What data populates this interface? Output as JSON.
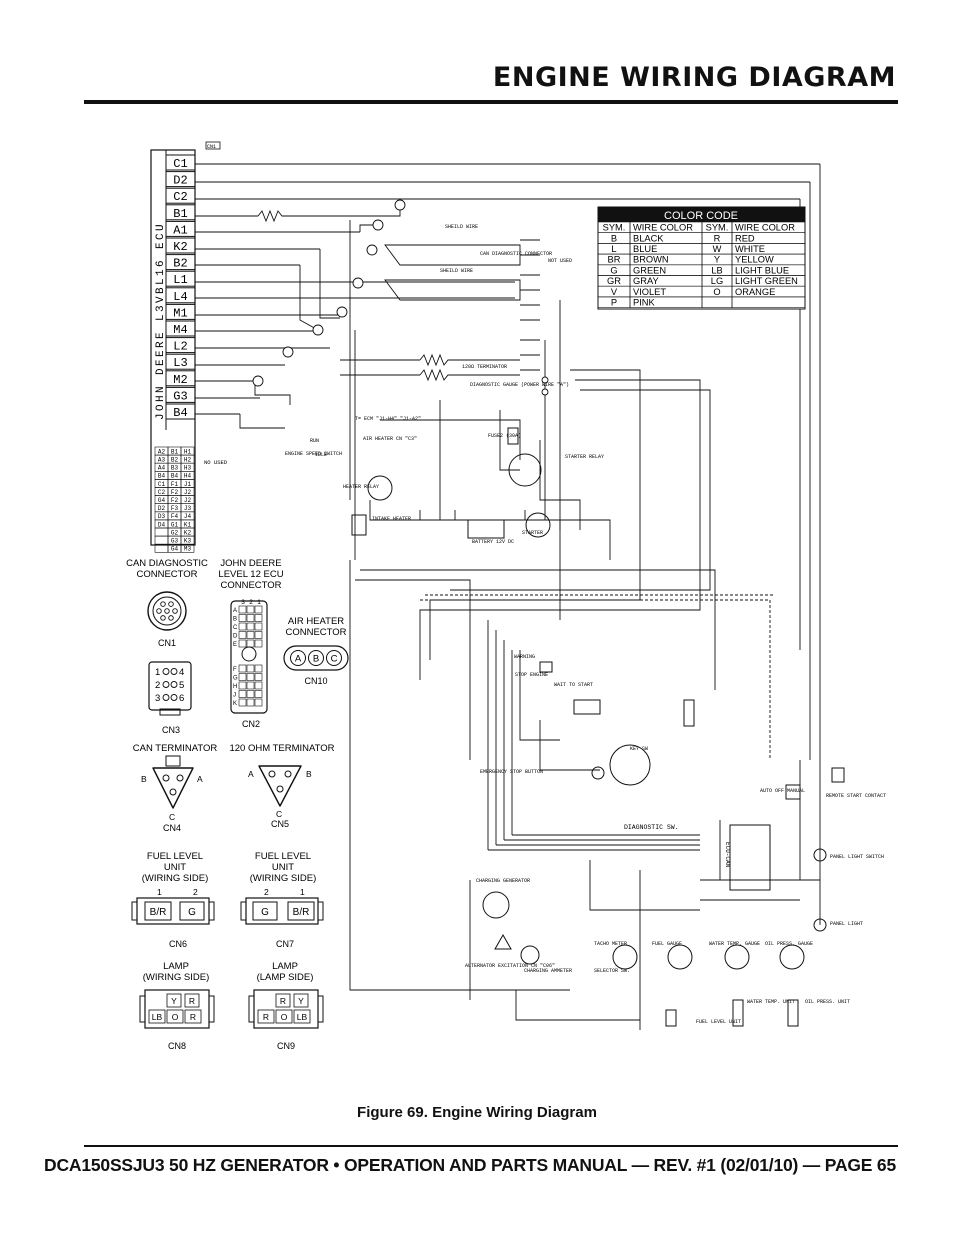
{
  "page": {
    "title": "ENGINE WIRING DIAGRAM",
    "caption": "Figure 69. Engine Wiring Diagram",
    "footer": "DCA150SSJU3 50 HZ GENERATOR • OPERATION AND PARTS MANUAL — REV. #1 (02/01/10) — PAGE 65"
  },
  "ecu": {
    "vertical_label": "JOHN DEERE L3VBL16 ECU",
    "pins": [
      "C1",
      "D2",
      "C2",
      "B1",
      "A1",
      "K2",
      "B2",
      "L1",
      "L4",
      "M1",
      "M4",
      "L2",
      "L3",
      "M2",
      "G3",
      "B4"
    ],
    "grid": [
      [
        "A2",
        "B1",
        "H1"
      ],
      [
        "A3",
        "B2",
        "H2"
      ],
      [
        "A4",
        "B3",
        "H3"
      ],
      [
        "B4",
        "B4",
        "H4"
      ],
      [
        "C1",
        "F1",
        "J1"
      ],
      [
        "C2",
        "F2",
        "J2"
      ],
      [
        "G4",
        "F2",
        "J2"
      ],
      [
        "D2",
        "F3",
        "J3"
      ],
      [
        "D3",
        "F4",
        "J4"
      ],
      [
        "D4",
        "G1",
        "K1"
      ],
      [
        "",
        "G2",
        "K2"
      ],
      [
        "",
        "G3",
        "K3"
      ],
      [
        "",
        "G4",
        "M3"
      ]
    ],
    "not_used": "NO USED"
  },
  "wire_labels": {
    "top_tag": "CN1",
    "shield_wire": "SHEILD WIRE",
    "can_diag": "CAN DIAGNOSTIC CONNECTOR",
    "not_used": "NOT USED",
    "terminator": "120Ω TERMINATOR",
    "diag_gauge": "DIAGNOSTIC GAUGE (POWER WIRE \"A\")",
    "ecm": "T= ECM \"J1-H4\" \"J1-A2\"",
    "air_heater": "AIR HEATER CN \"C3\"",
    "fuse": "FUSE2 (30A)",
    "starter_relay": "STARTER RELAY",
    "heater_relay": "HEATER RELAY",
    "intake_heater": "INTAKE HEATER",
    "battery": "BATTERY 12V DC",
    "starter": "STARTER",
    "engine_speed": "ENGINE SPEED SWITCH",
    "idle": "IDLE",
    "run": "RUN",
    "warning": "WARNING",
    "stop_engine": "STOP ENGINE",
    "wait_to_start": "WAIT TO START",
    "emergency_stop": "EMERGENCY STOP BUTTON",
    "key_switch": "KEY SW",
    "diagnostic_sw": "DIAGNOSTIC SW.",
    "auto_off_manual": "AUTO OFF MANUAL",
    "remote_start": "REMOTE START CONTACT",
    "panel_light_switch": "PANEL LIGHT SWITCH",
    "panel_light": "PANEL LIGHT",
    "ecu_can": "ECU-CAN",
    "charging_generator": "CHARGING GENERATOR",
    "alternator_excitation": "ALTERNATOR EXCITATION CN \"C06\"",
    "charging_ammeter": "CHARGING AMMETER",
    "tacho_meter": "TACHO METER",
    "fuel_gauge": "FUEL GAUGE",
    "water_temp_gauge": "WATER TEMP. GAUGE",
    "oil_press_gauge": "OIL PRESS. GAUGE",
    "selector_sw": "SELECTOR SW.",
    "fuel_level_unit": "FUEL LEVEL UNIT",
    "water_temp_unit": "WATER TEMP. UNIT",
    "oil_press_unit": "OIL PRESS. UNIT"
  },
  "color_code": {
    "title": "COLOR CODE",
    "headers": [
      "SYM.",
      "WIRE COLOR",
      "SYM.",
      "WIRE COLOR"
    ],
    "rows": [
      [
        "B",
        "BLACK",
        "R",
        "RED"
      ],
      [
        "L",
        "BLUE",
        "W",
        "WHITE"
      ],
      [
        "BR",
        "BROWN",
        "Y",
        "YELLOW"
      ],
      [
        "G",
        "GREEN",
        "LB",
        "LIGHT BLUE"
      ],
      [
        "GR",
        "GRAY",
        "LG",
        "LIGHT GREEN"
      ],
      [
        "V",
        "VIOLET",
        "O",
        "ORANGE"
      ],
      [
        "P",
        "PINK",
        "",
        ""
      ]
    ]
  },
  "connectors": {
    "cn1": {
      "title": "CAN DIAGNOSTIC CONNECTOR",
      "label": "CN1"
    },
    "cn2": {
      "title": "JOHN DEERE LEVEL 12 ECU CONNECTOR",
      "label": "CN2",
      "cols": [
        "3",
        "2",
        "1"
      ],
      "rows_top": [
        "A",
        "B",
        "C",
        "D",
        "E"
      ],
      "rows_bottom": [
        "F",
        "G",
        "H",
        "J",
        "K"
      ]
    },
    "cn10": {
      "title": "AIR HEATER CONNECTOR",
      "label": "CN10",
      "pins": [
        "A",
        "B",
        "C"
      ]
    },
    "cn3": {
      "label": "CN3",
      "pins": [
        "1",
        "2",
        "3",
        "4",
        "5",
        "6"
      ]
    },
    "cn4": {
      "title": "CAN TERMINATOR",
      "label": "CN4",
      "pins": [
        "B",
        "A",
        "C"
      ]
    },
    "cn5": {
      "title": "120 OHM TERMINATOR",
      "label": "CN5",
      "pins": [
        "A",
        "B",
        "C"
      ]
    },
    "cn6": {
      "title": "FUEL LEVEL UNIT (WIRING SIDE)",
      "label": "CN6",
      "nums": [
        "1",
        "2"
      ],
      "cells": [
        "B/R",
        "G"
      ]
    },
    "cn7": {
      "title": "FUEL LEVEL UNIT (WIRING SIDE)",
      "label": "CN7",
      "nums": [
        "2",
        "1"
      ],
      "cells": [
        "G",
        "B/R"
      ]
    },
    "cn8": {
      "title": "LAMP (WIRING SIDE)",
      "label": "CN8",
      "top": [
        "Y",
        "R"
      ],
      "bottom": [
        "LB",
        "O",
        "R"
      ]
    },
    "cn9": {
      "title": "LAMP (LAMP SIDE)",
      "label": "CN9",
      "top": [
        "R",
        "Y"
      ],
      "bottom": [
        "R",
        "O",
        "LB"
      ]
    }
  }
}
